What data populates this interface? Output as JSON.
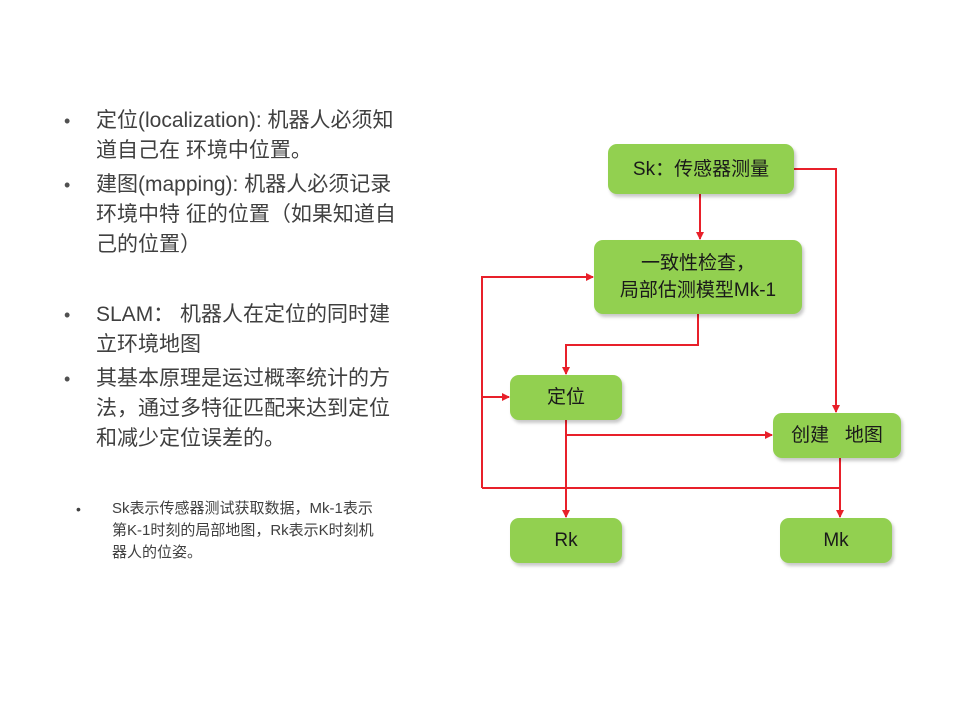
{
  "bullets": [
    {
      "lines": [
        "定位(localization): 机器人必须知",
        "道自己在 环境中位置。"
      ]
    },
    {
      "lines": [
        "建图(mapping): 机器人必须记录",
        "环境中特 征的位置（如果知道自",
        "己的位置）"
      ]
    },
    {
      "lines": [
        "SLAM： 机器人在定位的同时建",
        "立环境地图"
      ]
    },
    {
      "lines": [
        "其基本原理是运过概率统计的方",
        "法，通过多特征匹配来达到定位",
        "和减少定位误差的。"
      ]
    }
  ],
  "note": {
    "lines": [
      "Sk表示传感器测试获取数据，Mk-1表示",
      "第K-1时刻的局部地图，Rk表示K时刻机",
      "器人的位姿。"
    ]
  },
  "bullet_glyph": "•",
  "diagram": {
    "nodes": {
      "sensor": "Sk：传感器测量",
      "check_line1": "一致性检查，",
      "check_line2": "局部估测模型Mk-1",
      "localize": "定位",
      "mapping": "创建   地图",
      "rk": "Rk",
      "mk": "Mk"
    },
    "colors": {
      "node_fill": "#92d050",
      "arrow": "#e8202a"
    }
  }
}
